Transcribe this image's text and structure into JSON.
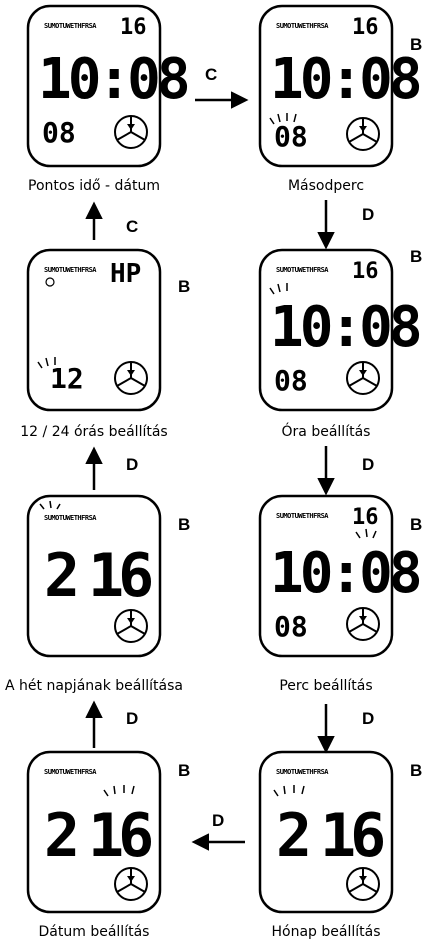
{
  "captions": {
    "current_time_date": "Pontos idő - dátum",
    "seconds": "Másodperc",
    "mode_12_24": "12 / 24 órás beállítás",
    "hour_setting": "Óra beállítás",
    "weekday_setting": "A hét napjának beállítása",
    "minute_setting": "Perc beállítás",
    "date_setting": "Dátum beállítás",
    "month_setting": "Hónap beállítás"
  },
  "keys": {
    "c": "C",
    "b": "B",
    "d": "D"
  },
  "display": {
    "weekday_indicator": "SUMOTUWETHFRSA",
    "date": "16",
    "time": "10:08",
    "seconds": "08",
    "hour_mode": "HP",
    "hour_mode_value": "12",
    "month": "2",
    "day": "16"
  }
}
